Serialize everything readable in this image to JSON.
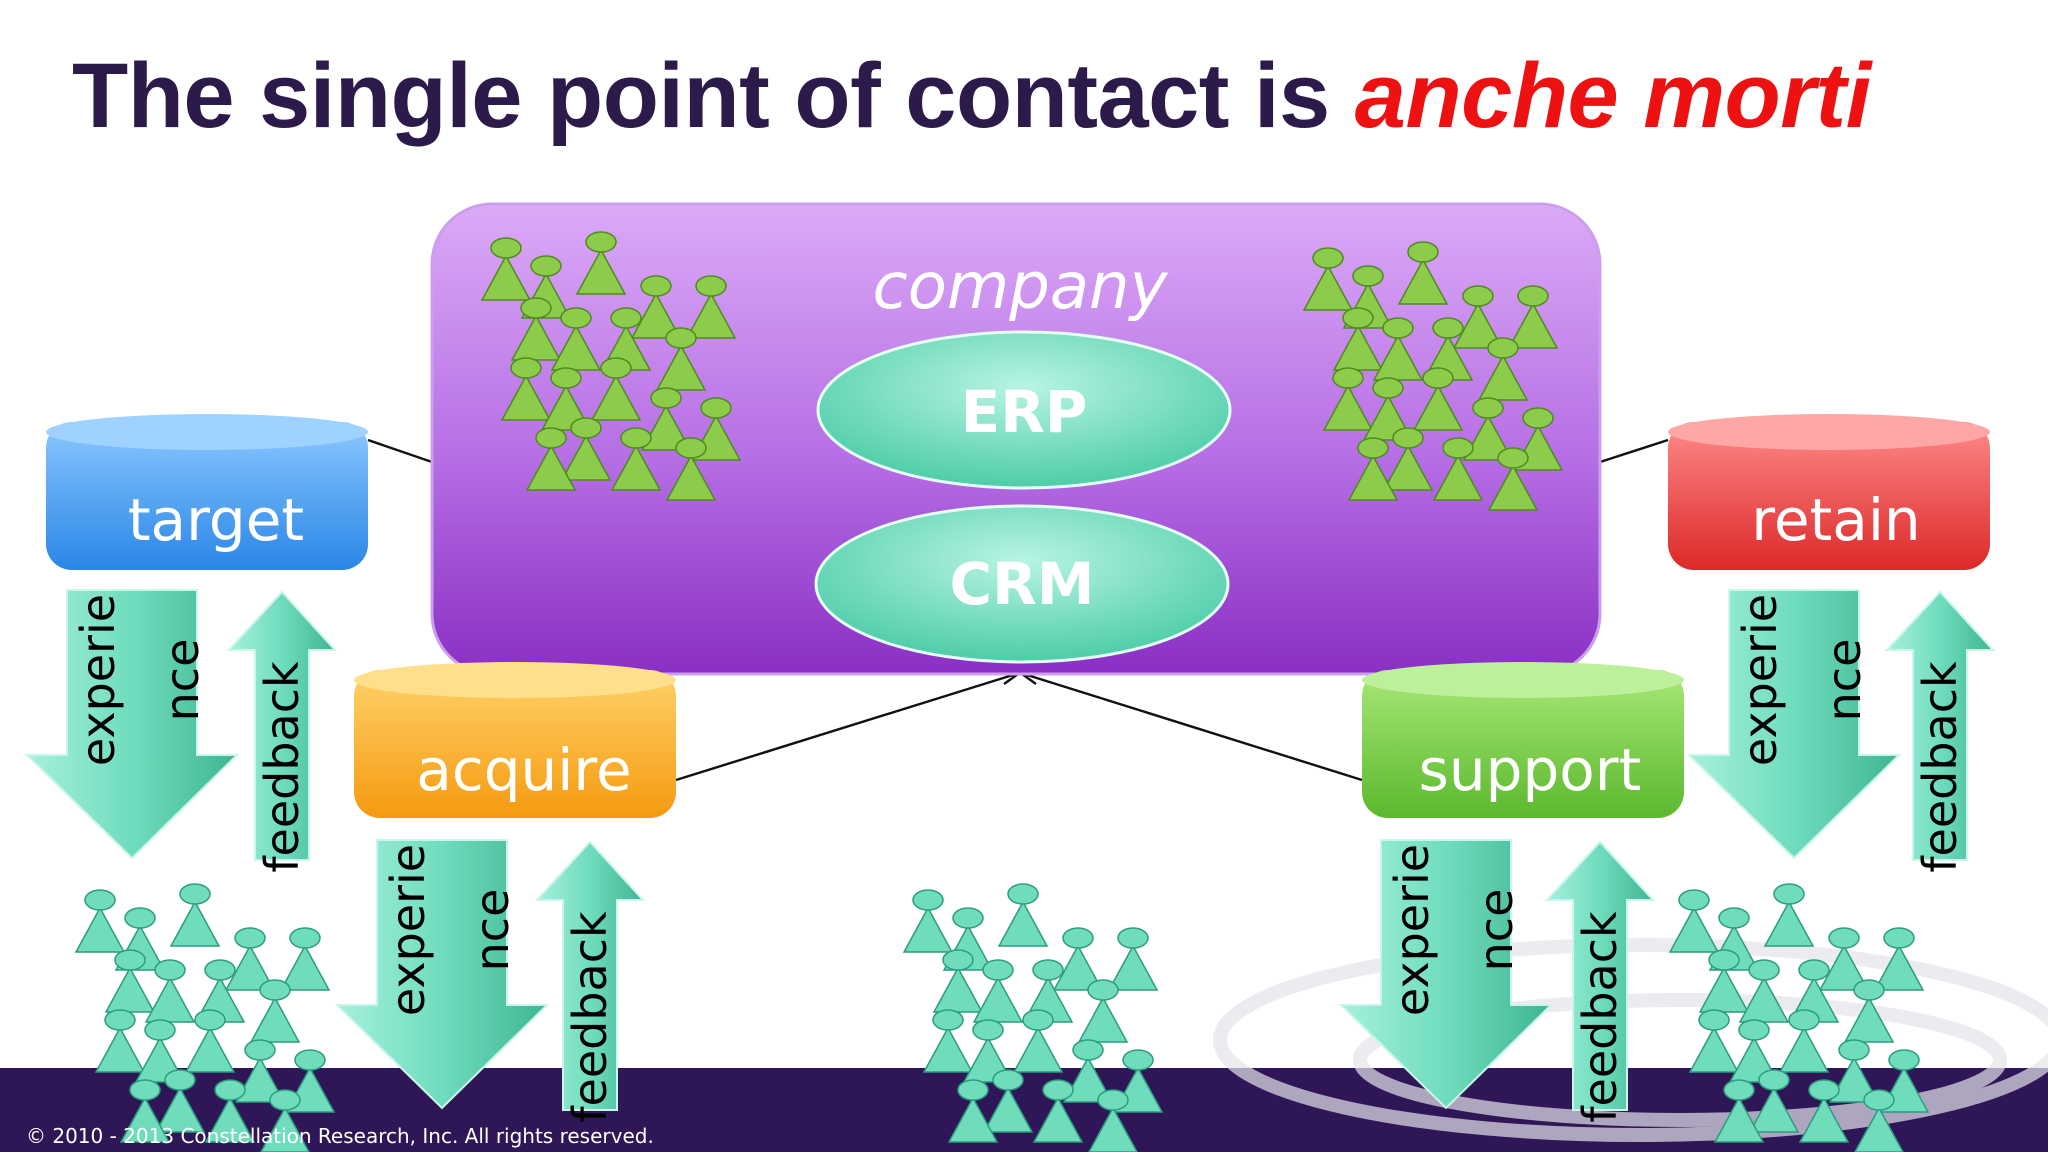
{
  "title": {
    "main": "The single point of contact is ",
    "accent": "anche morti"
  },
  "company": {
    "label": "company",
    "systems": [
      "ERP",
      "CRM"
    ]
  },
  "stages": {
    "target": "target",
    "acquire": "acquire",
    "support": "support",
    "retain": "retain"
  },
  "arrows": {
    "down": [
      "experie",
      "nce"
    ],
    "up": "feedback"
  },
  "footer": {
    "copyright": "© 2010 - 2013 Constellation Research, Inc.  All rights reserved."
  },
  "colors": {
    "title": "#2c1a4a",
    "accent": "#ee1111",
    "company_top": "#d9a6f4",
    "company_bottom": "#8a2fc4",
    "target": "#3b96ea",
    "acquire": "#f5a21c",
    "support": "#66c43a",
    "retain": "#e63a3a",
    "system": "#7fe0c2",
    "arrow": "#6fe0c2",
    "people_green": "#8ccc4a",
    "people_teal": "#6fdcbc",
    "footer": "#2f1656"
  }
}
